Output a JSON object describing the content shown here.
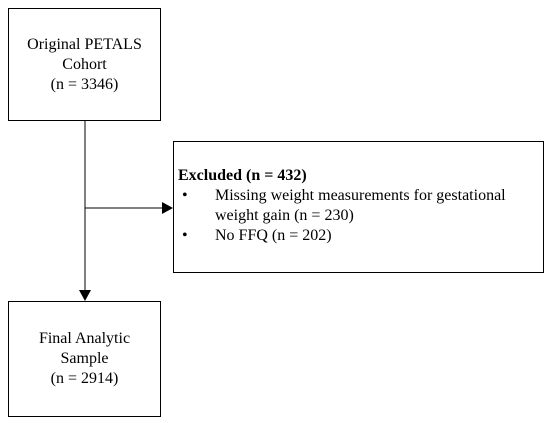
{
  "top_box": {
    "lines": [
      "Original PETALS",
      "Cohort",
      "(n = 3346)"
    ]
  },
  "excluded_box": {
    "title": "Excluded (n = 432)",
    "items": [
      {
        "bullet": "•",
        "text": "Missing weight measurements for gestational weight gain  (n = 230)"
      },
      {
        "bullet": "•",
        "text": "No FFQ (n = 202)"
      }
    ]
  },
  "bottom_box": {
    "lines": [
      "Final Analytic",
      "Sample",
      "(n = 2914)"
    ]
  },
  "colors": {
    "stroke": "#000000",
    "background": "#ffffff",
    "text": "#000000"
  }
}
